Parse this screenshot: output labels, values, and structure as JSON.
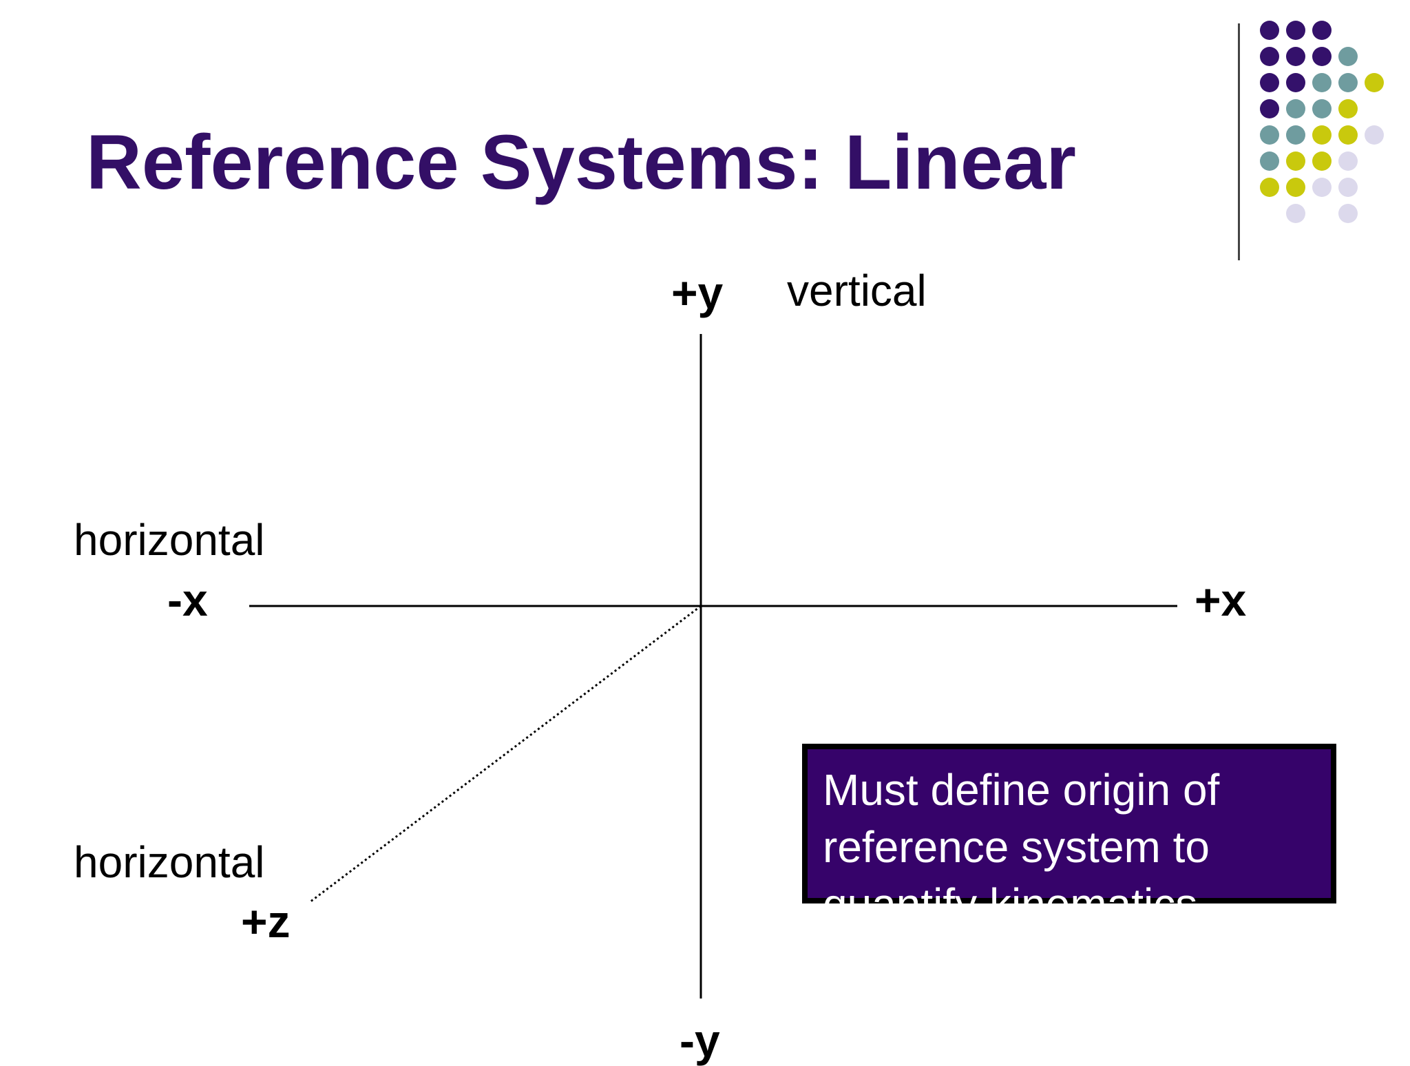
{
  "title": "Reference Systems: Linear",
  "axes": {
    "pos_y": "+y",
    "neg_y": "-y",
    "pos_x": "+x",
    "neg_x": "-x",
    "pos_z": "+z"
  },
  "labels": {
    "vertical": "vertical",
    "horizontal_x": "horizontal",
    "horizontal_z": "horizontal"
  },
  "note": {
    "line1": "Must define origin of",
    "line2": "reference system to",
    "line3": "quantify kinematics."
  },
  "colors": {
    "title": "#330f66",
    "note_bg": "#36036a",
    "note_border": "#000000",
    "dot_purple": "#34116b",
    "dot_teal": "#6f9c9f",
    "dot_yellow": "#c9c90d",
    "dot_lavender": "#dcd9ec"
  }
}
